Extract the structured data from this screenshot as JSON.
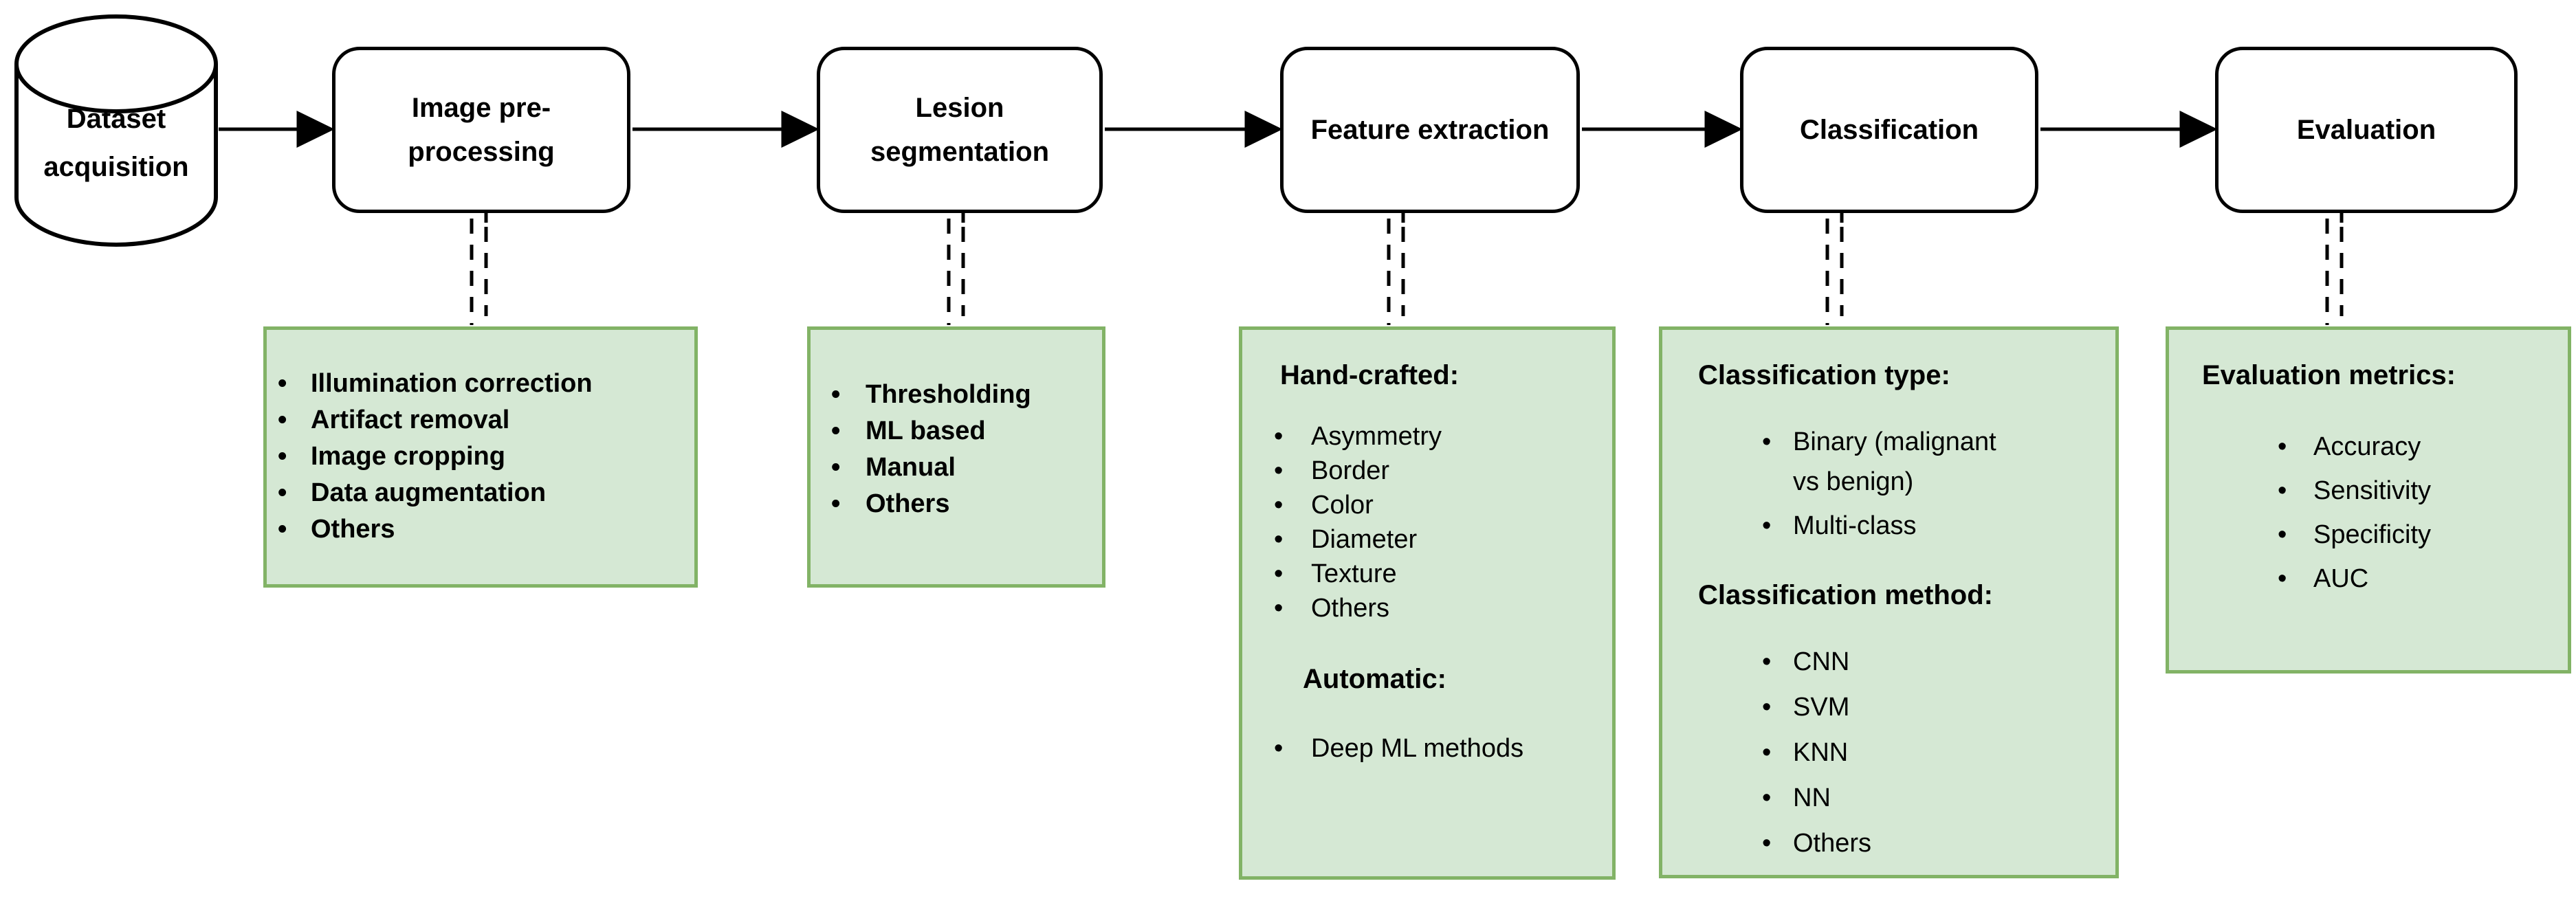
{
  "nodes": {
    "dataset": {
      "line1": "Dataset",
      "line2": "acquisition"
    },
    "preprocessing": {
      "line1": "Image pre-",
      "line2": "processing"
    },
    "segmentation": {
      "line1": "Lesion",
      "line2": "segmentation"
    },
    "feature": {
      "label": "Feature extraction"
    },
    "classification": {
      "label": "Classification"
    },
    "evaluation": {
      "label": "Evaluation"
    }
  },
  "details": {
    "preprocessing": {
      "items": [
        "Illumination correction",
        "Artifact removal",
        "Image cropping",
        "Data augmentation",
        "Others"
      ]
    },
    "segmentation": {
      "items": [
        "Thresholding",
        "ML based",
        "Manual",
        "Others"
      ]
    },
    "feature": {
      "header1": "Hand-crafted:",
      "items1": [
        "Asymmetry",
        "Border",
        "Color",
        "Diameter",
        "Texture",
        "Others"
      ],
      "header2": "Automatic:",
      "items2": [
        "Deep ML methods"
      ]
    },
    "classification": {
      "header1": "Classification type:",
      "items1": [
        "Binary (malignant vs benign)",
        "Multi-class"
      ],
      "header2": "Classification method:",
      "items2": [
        "CNN",
        "SVM",
        "KNN",
        "NN",
        "Others"
      ]
    },
    "evaluation": {
      "header1": "Evaluation metrics:",
      "items": [
        "Accuracy",
        "Sensitivity",
        "Specificity",
        "AUC"
      ]
    }
  },
  "glyphs": {
    "bullet": "•"
  },
  "colors": {
    "detail_fill": "#d5e8d4",
    "detail_border": "#82b366",
    "node_fill": "#ffffff",
    "node_border": "#000000",
    "connector": "#000000",
    "text": "#000000"
  }
}
